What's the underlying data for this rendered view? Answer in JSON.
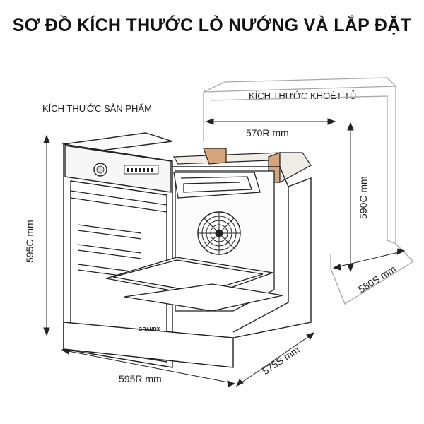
{
  "title": "SƠ ĐỒ KÍCH THƯỚC LÒ NƯỚNG VÀ LẮP ĐẶT",
  "labels": {
    "product_size": "KÍCH THƯỚC SẢN PHẨM",
    "cabinet_cutout": "KÍCH THƯỚC KHOÉT TỦ"
  },
  "dimensions": {
    "product_height": "595C mm",
    "product_width": "595R mm",
    "product_depth": "575S mm",
    "cutout_width": "570R mm",
    "cutout_height": "590C mm",
    "cutout_depth": "580S mm"
  },
  "brand": "GRANDX",
  "colors": {
    "line": "#222222",
    "cabinet": "#a8a8a8",
    "wood": "#c98a5c"
  }
}
